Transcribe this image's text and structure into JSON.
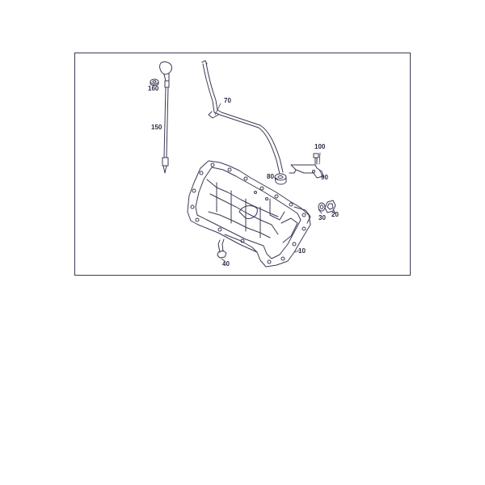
{
  "diagram": {
    "line_color": "#3a3a55",
    "background_color": "#ffffff",
    "callouts": {
      "oil_pan": "10",
      "drain_plug": "20",
      "seal_ring": "30",
      "bolt": "40",
      "cap": "80",
      "guide_tube": "70",
      "bracket": "90",
      "bracket_bolt": "100",
      "dipstick": "150",
      "o_ring": "160"
    }
  }
}
